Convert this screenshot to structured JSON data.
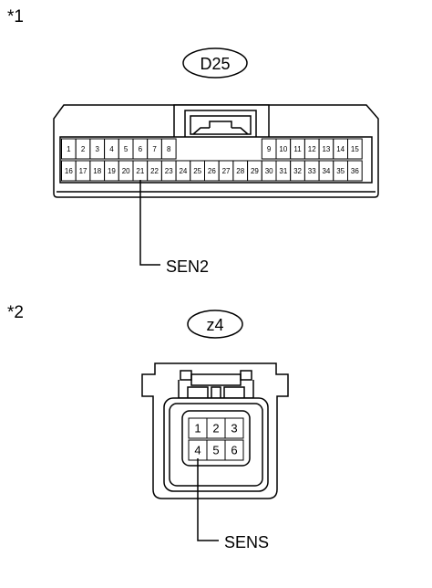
{
  "connector1": {
    "marker": "*1",
    "code": "D25",
    "pins_top": [
      "1",
      "2",
      "3",
      "4",
      "5",
      "6",
      "7",
      "8",
      "9",
      "10",
      "11",
      "12",
      "13",
      "14",
      "15"
    ],
    "pins_bottom": [
      "16",
      "17",
      "18",
      "19",
      "20",
      "21",
      "22",
      "23",
      "24",
      "25",
      "26",
      "27",
      "28",
      "29",
      "30",
      "31",
      "32",
      "33",
      "34",
      "35",
      "36"
    ],
    "callout": {
      "pin": "21",
      "label": "SEN2"
    }
  },
  "connector2": {
    "marker": "*2",
    "code": "z4",
    "pins_top": [
      "1",
      "2",
      "3"
    ],
    "pins_bottom": [
      "4",
      "5",
      "6"
    ],
    "callout": {
      "pin": "4",
      "label": "SENS"
    }
  }
}
